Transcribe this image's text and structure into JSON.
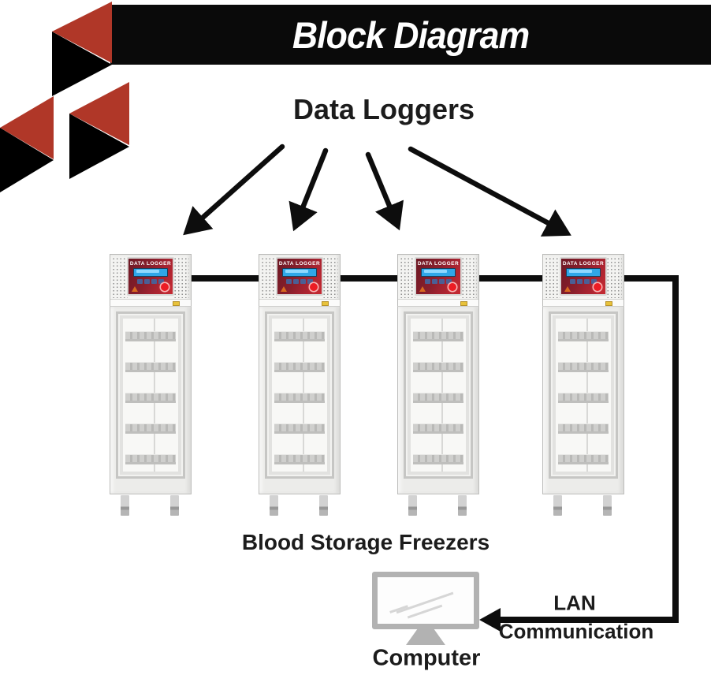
{
  "banner": {
    "title": "Block Diagram"
  },
  "headings": {
    "data_loggers": "Data Loggers",
    "blood_storage_freezers": "Blood Storage Freezers"
  },
  "freezers": [
    {
      "name": "freezer-1",
      "display_label": "DATA LOGGER"
    },
    {
      "name": "freezer-2",
      "display_label": "DATA LOGGER"
    },
    {
      "name": "freezer-3",
      "display_label": "DATA LOGGER"
    },
    {
      "name": "freezer-4",
      "display_label": "DATA LOGGER"
    }
  ],
  "computer": {
    "label": "Computer"
  },
  "lan": {
    "line1": "LAN",
    "line2": "Communication"
  },
  "colors": {
    "accent_red": "#b03728",
    "banner_black": "#0a0a0a",
    "panel_red": "#8e2130",
    "lcd_blue": "#2fa7e8",
    "line_black": "#0d0d0d",
    "monitor_gray": "#b2b2b2"
  }
}
